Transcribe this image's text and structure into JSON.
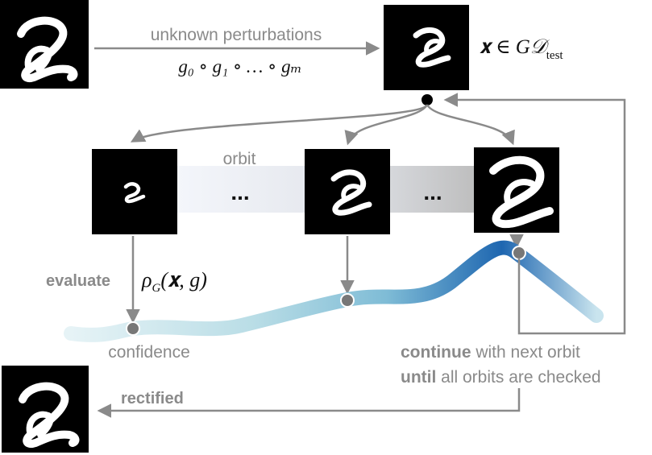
{
  "labels": {
    "perturbations": "unknown perturbations",
    "orbit": "orbit",
    "dots_1": "...",
    "dots_2": "...",
    "evaluate": "evaluate",
    "confidence": "confidence",
    "continue_bold": "continue",
    "continue_rest": " with next orbit",
    "until_bold": "until",
    "until_rest": " all orbits are checked",
    "rectified": "rectified"
  },
  "math": {
    "composition": "g₀ ∘ g₁ ∘ … ∘ gₘ",
    "membership": "𝐱 ∈ G𝒟",
    "membership_sub": "test",
    "rho": "ρ",
    "rho_sub": "G",
    "rho_args": "(𝐱, g)"
  },
  "colors": {
    "arrow_gray": "#8a8a8a",
    "curve_light": "#bfe0ea",
    "curve_dark": "#1f6db3",
    "node_gray": "#777777"
  }
}
